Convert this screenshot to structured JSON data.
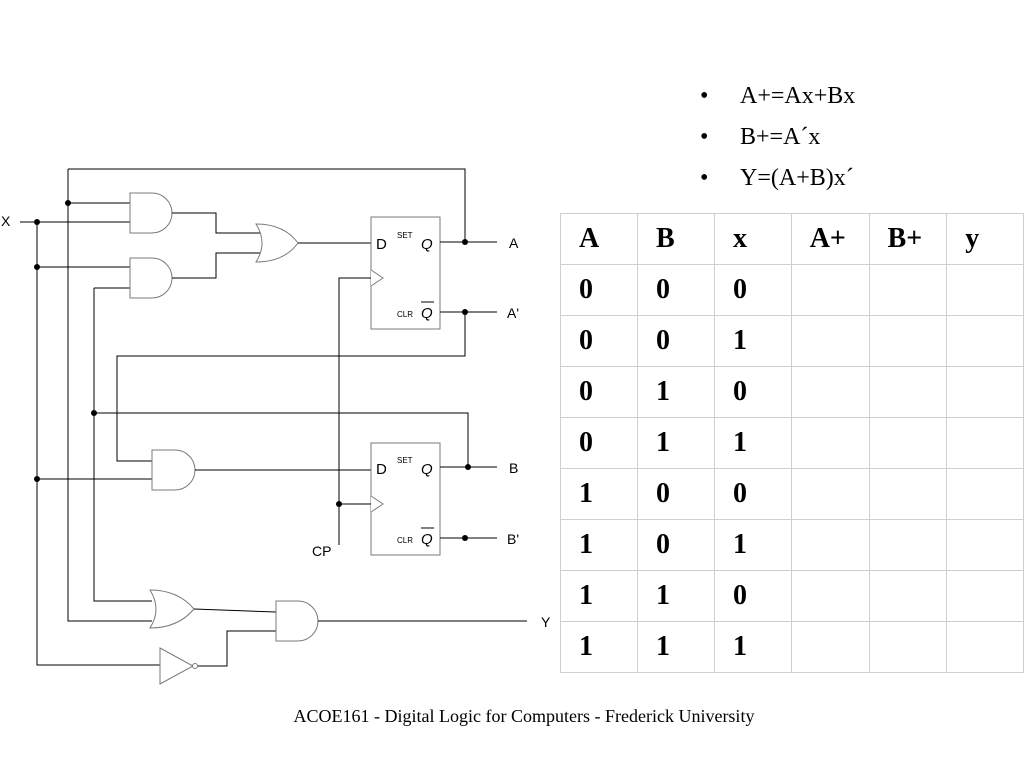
{
  "circuit": {
    "labels": {
      "x": "X",
      "a": "A",
      "a_prime": "A'",
      "b": "B",
      "b_prime": "B'",
      "y": "Y",
      "cp": "CP"
    },
    "flipflop_pins": {
      "d": "D",
      "q": "Q",
      "q_bar": "Q",
      "set": "SET",
      "clr": "CLR"
    }
  },
  "equations": [
    "A+=Ax+Bx",
    "B+=A´x",
    "Y=(A+B)x´"
  ],
  "bullet": "•",
  "table": {
    "headers": [
      "A",
      "B",
      "x",
      "A+",
      "B+",
      "y"
    ],
    "rows": [
      [
        "0",
        "0",
        "0",
        "",
        "",
        ""
      ],
      [
        "0",
        "0",
        "1",
        "",
        "",
        ""
      ],
      [
        "0",
        "1",
        "0",
        "",
        "",
        ""
      ],
      [
        "0",
        "1",
        "1",
        "",
        "",
        ""
      ],
      [
        "1",
        "0",
        "0",
        "",
        "",
        ""
      ],
      [
        "1",
        "0",
        "1",
        "",
        "",
        ""
      ],
      [
        "1",
        "1",
        "0",
        "",
        "",
        ""
      ],
      [
        "1",
        "1",
        "1",
        "",
        "",
        ""
      ]
    ]
  },
  "footer": "ACOE161 - Digital Logic for Computers - Frederick University"
}
